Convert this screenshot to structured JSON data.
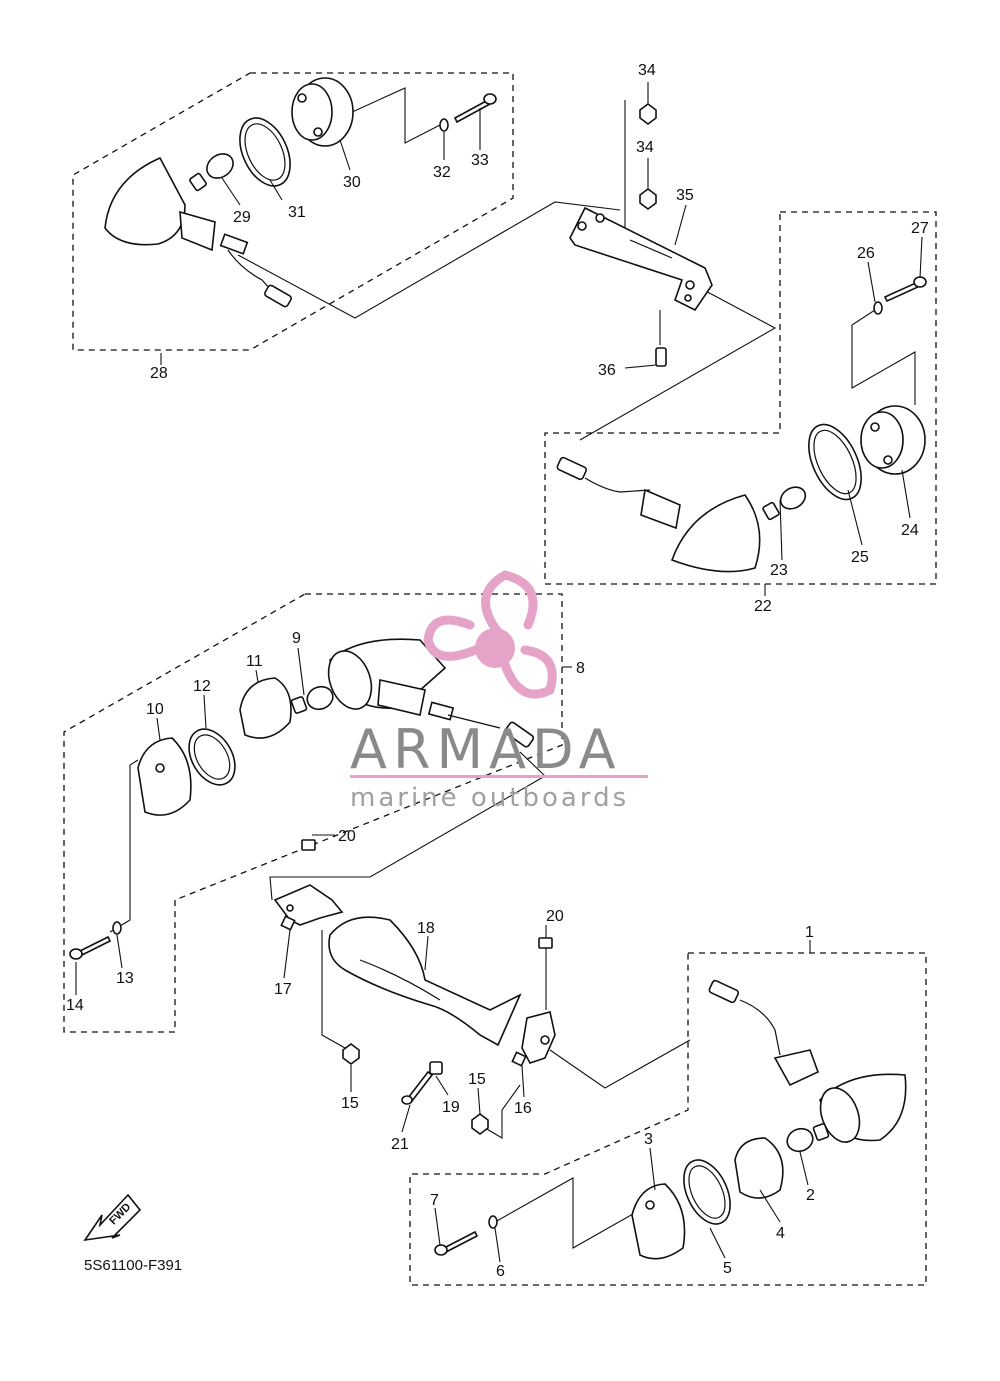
{
  "diagram_code": "5S61100-F391",
  "fwd_label": "FWD",
  "watermark": {
    "title": "ARMADA",
    "subtitle": "marine outboards",
    "logo_color": "#e6a3c8",
    "text_color": "#8a8a8a"
  },
  "callouts": {
    "c1": "1",
    "c2": "2",
    "c3": "3",
    "c4": "4",
    "c5": "5",
    "c6": "6",
    "c7": "7",
    "c8": "8",
    "c9": "9",
    "c10": "10",
    "c11": "11",
    "c12": "12",
    "c13": "13",
    "c14": "14",
    "c15a": "15",
    "c15b": "15",
    "c16": "16",
    "c17": "17",
    "c18": "18",
    "c19": "19",
    "c20a": "20",
    "c20b": "20",
    "c21": "21",
    "c22": "22",
    "c23": "23",
    "c24": "24",
    "c25": "25",
    "c26": "26",
    "c27": "27",
    "c28": "28",
    "c29": "29",
    "c30": "30",
    "c31": "31",
    "c32": "32",
    "c33": "33",
    "c34a": "34",
    "c34b": "34",
    "c35": "35",
    "c36": "36"
  }
}
